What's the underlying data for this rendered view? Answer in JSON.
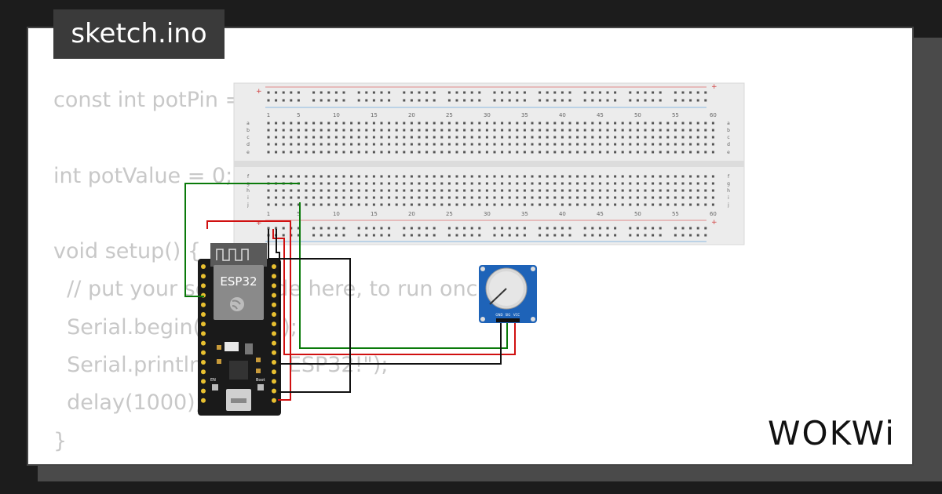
{
  "file_tab": {
    "label": "sketch.ino"
  },
  "code_lines": [
    "const int potPin = 34;",
    "",
    "int potValue = 0;",
    "",
    "void setup() {",
    "  // put your setup code here, to run once:",
    "  Serial.begin(115200);",
    "  Serial.println(\"Hello, ESP32!\");",
    "  delay(1000);",
    "}"
  ],
  "breadboard": {
    "column_labels": [
      "1",
      "5",
      "10",
      "15",
      "20",
      "25",
      "30",
      "35",
      "40",
      "45",
      "50",
      "55",
      "60"
    ],
    "row_labels_top": [
      "a",
      "b",
      "c",
      "d",
      "e"
    ],
    "row_labels_bottom": [
      "f",
      "g",
      "h",
      "i",
      "j"
    ],
    "rail_sign": "+"
  },
  "esp32": {
    "label": "ESP32",
    "boot_label": "Boot",
    "en_label": "EN"
  },
  "potentiometer": {
    "pin_labels": [
      "GND",
      "SIG",
      "VCC"
    ]
  },
  "brand": {
    "logo_text": "WOKWi"
  },
  "colors": {
    "background": "#1c1c1c",
    "card": "#ffffff",
    "tag": "#3a3a3a",
    "code_text": "#c8c8c8",
    "wire_green": "#0a7a0a",
    "wire_red": "#d01010",
    "wire_black": "#111111",
    "board": "#1a1a1a",
    "pot_body": "#1e63b8"
  }
}
